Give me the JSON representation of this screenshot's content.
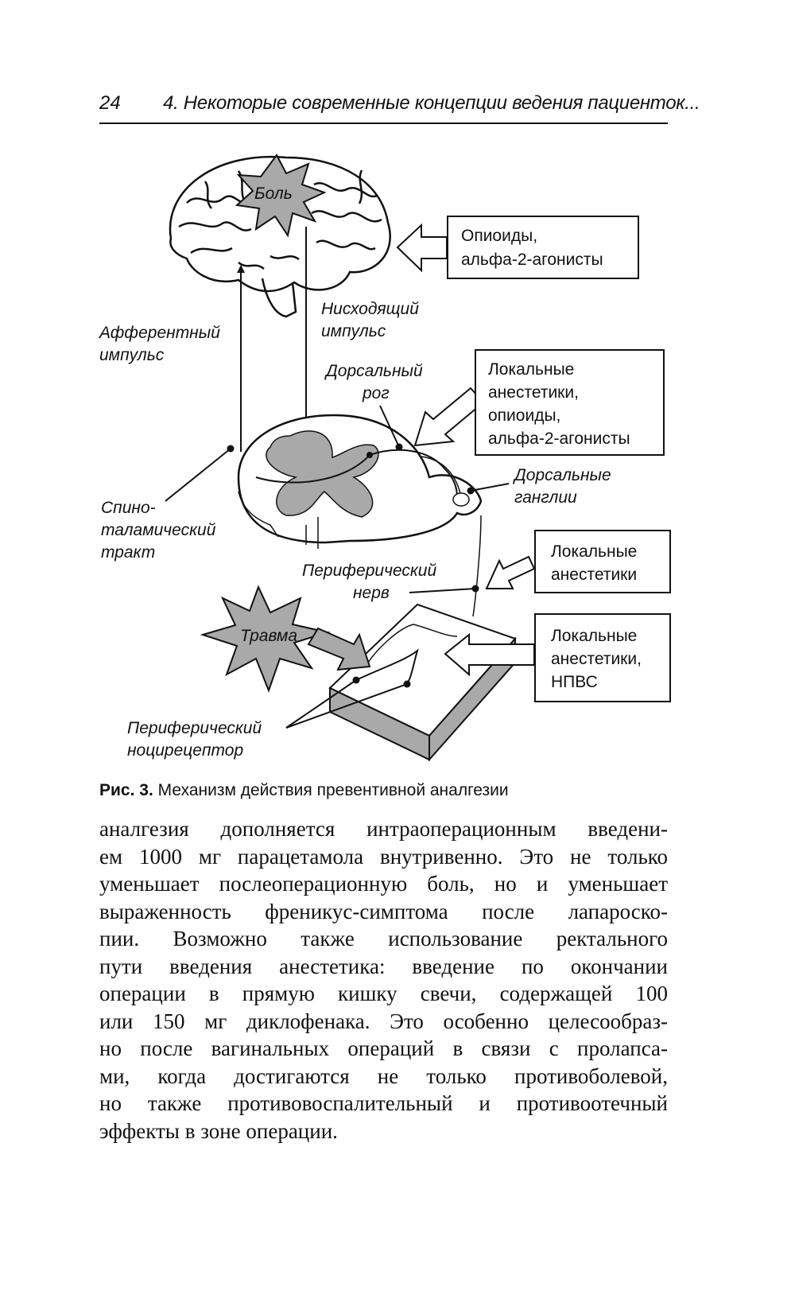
{
  "header": {
    "page_number": "24",
    "chapter_title": "4. Некоторые современные концепции ведения пациенток..."
  },
  "figure": {
    "pain_label": "Боль",
    "trauma_label": "Травма",
    "afferent_label": [
      "Афферентный",
      "импульс"
    ],
    "descending_label": [
      "Нисходящий",
      "импульс"
    ],
    "dorsal_horn_label": [
      "Дорсальный",
      "рог"
    ],
    "dorsal_ganglia_label": [
      "Дорсальные",
      "ганглии"
    ],
    "spinothalamic_label": [
      "Спино-",
      "таламический",
      "тракт"
    ],
    "peripheral_nerve_label": [
      "Периферический",
      "нерв"
    ],
    "nociceptor_label": [
      "Периферический",
      "ноцирецептор"
    ],
    "box1": [
      "Опиоиды,",
      "альфа-2-агонисты"
    ],
    "box2": [
      "Локальные",
      "анестетики,",
      "опиоиды,",
      "альфа-2-агонисты"
    ],
    "box3": [
      "Локальные",
      "анестетики"
    ],
    "box4": [
      "Локальные",
      "анестетики,",
      "НПВС"
    ]
  },
  "caption": {
    "prefix": "Рис. 3.",
    "text": " Механизм действия превентивной аналгезии"
  },
  "body_lines": [
    "аналгезия дополняется интраоперационным введени-",
    "ем 1000 мг парацетамола внутривенно. Это не только",
    "уменьшает послеоперационную боль, но и уменьшает",
    "выраженность френикус-симптома после лапароско-",
    "пии. Возможно также использование ректального",
    "пути введения анестетика: введение по окончании",
    "операции в прямую кишку свечи, содержащей 100",
    "или 150 мг диклофенака. Это особенно целесообраз-",
    "но после вагинальных операций в связи с пролапса-",
    "ми, когда достигаются не только противоболевой,",
    "но также противовоспалительный и противоотечный",
    "эффекты в зоне операции."
  ]
}
